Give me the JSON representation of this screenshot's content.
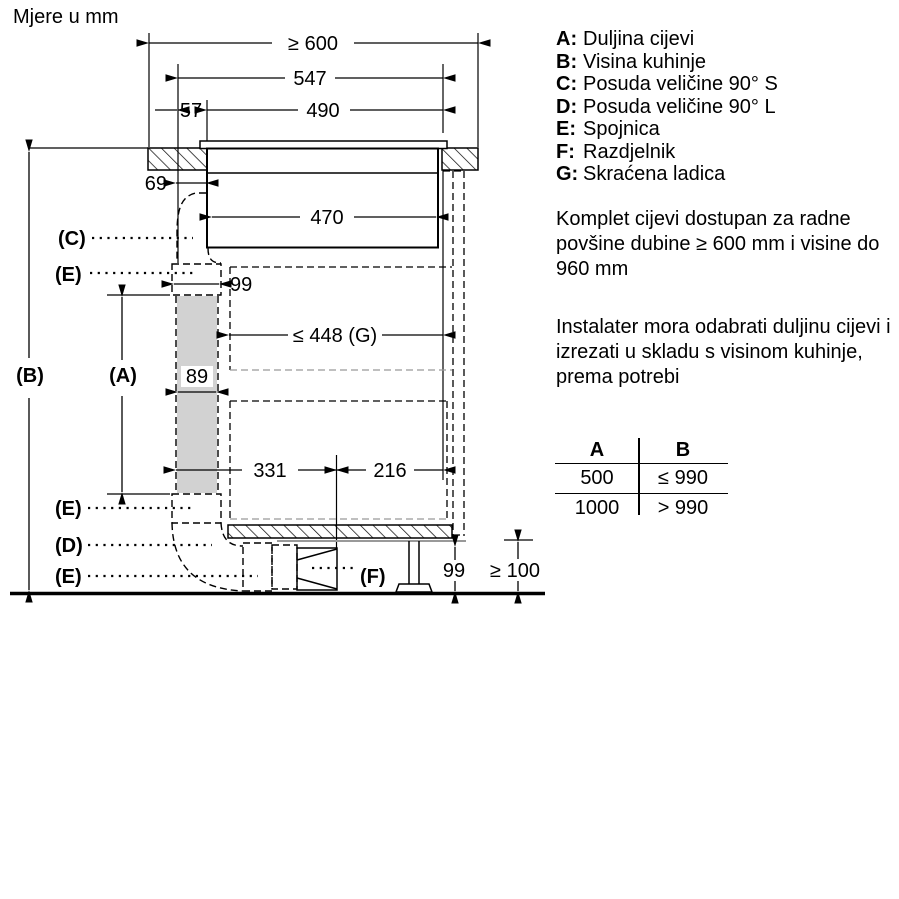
{
  "title": "Mjere u mm",
  "legend": [
    {
      "key": "A:",
      "label": "Duljina cijevi"
    },
    {
      "key": "B:",
      "label": "Visina kuhinje"
    },
    {
      "key": "C:",
      "label": "Posuda veličine 90° S"
    },
    {
      "key": "D:",
      "label": "Posuda veličine 90° L"
    },
    {
      "key": "E:",
      "label": "Spojnica"
    },
    {
      "key": "F:",
      "label": "Razdjelnik"
    },
    {
      "key": "G:",
      "label": "Skraćena ladica"
    }
  ],
  "notes": {
    "availability": "Komplet cijevi dostupan za radne povšine dubine ≥ 600 mm i visine do 960 mm",
    "installer": "Instalater mora odabrati duljinu cijevi i izrezati u skladu s visinom kuhinje, prema potrebi"
  },
  "table": {
    "col_a": "A",
    "col_b": "B",
    "rows": [
      {
        "a": "500",
        "b": "≤ 990"
      },
      {
        "a": "1000",
        "b": "> 990"
      }
    ]
  },
  "diagram": {
    "dims": {
      "worktop_depth": "≥ 600",
      "d547": "547",
      "d57": "57",
      "d490": "490",
      "d69": "69",
      "d470": "470",
      "duct_connector_width": "99",
      "drawer_max": "≤ 448 (G)",
      "duct_width": "89",
      "d331": "331",
      "d216": "216",
      "plinth_height": "99",
      "floor_clearance": "≥ 100"
    },
    "labels": {
      "a": "(A)",
      "b": "(B)",
      "c": "(C)",
      "d": "(D)",
      "e": "(E)",
      "f": "(F)"
    }
  }
}
